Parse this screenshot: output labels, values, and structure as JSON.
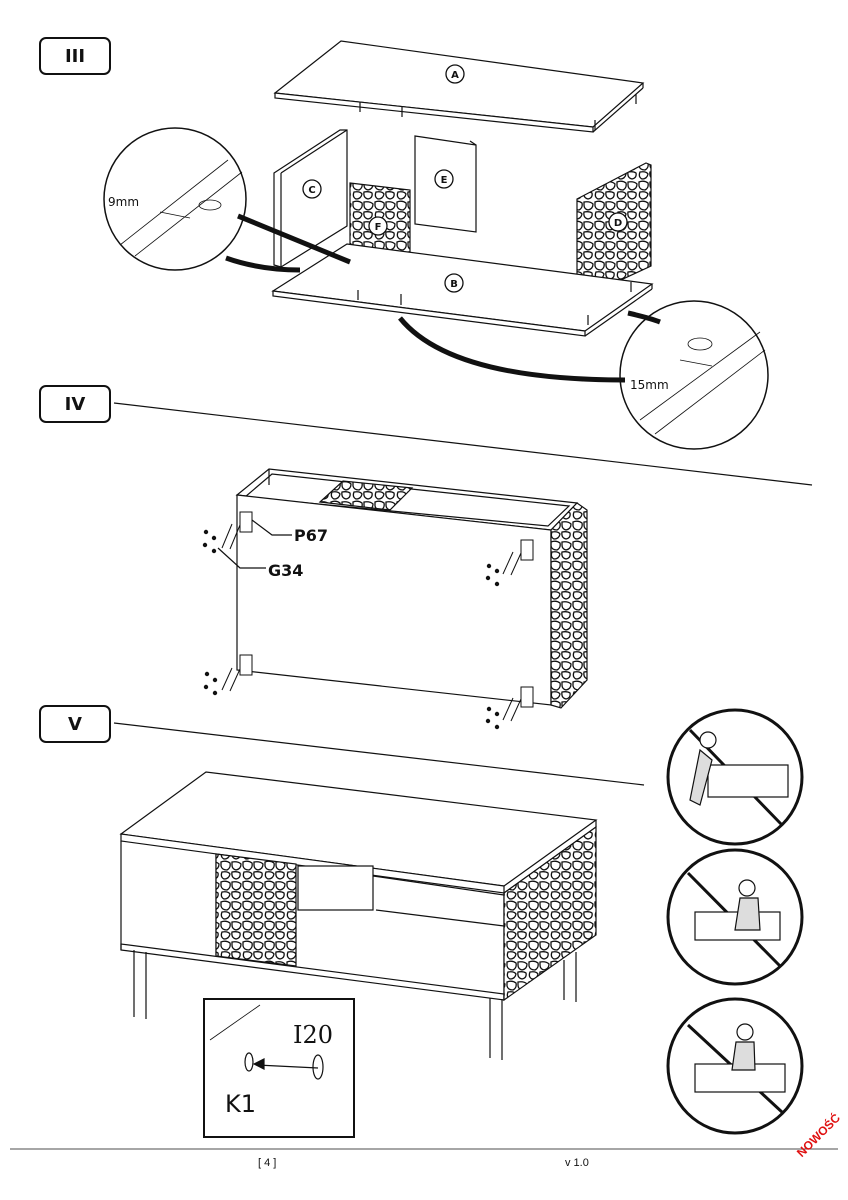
{
  "steps": {
    "s3": "III",
    "s4": "IV",
    "s5": "V"
  },
  "panels": {
    "a": "A",
    "b": "B",
    "c": "C",
    "d": "D",
    "e": "E",
    "f": "F"
  },
  "measurements": {
    "left_detail": "9mm",
    "right_detail": "15mm"
  },
  "parts": {
    "leg": "P67",
    "screw": "G34",
    "pin": "I20",
    "cam": "K1"
  },
  "footer": {
    "page": "[ 4 ]",
    "version": "v 1.0",
    "stamp": "NOWOŚĆ"
  },
  "colors": {
    "ink": "#111111",
    "stamp": "#e01010"
  }
}
